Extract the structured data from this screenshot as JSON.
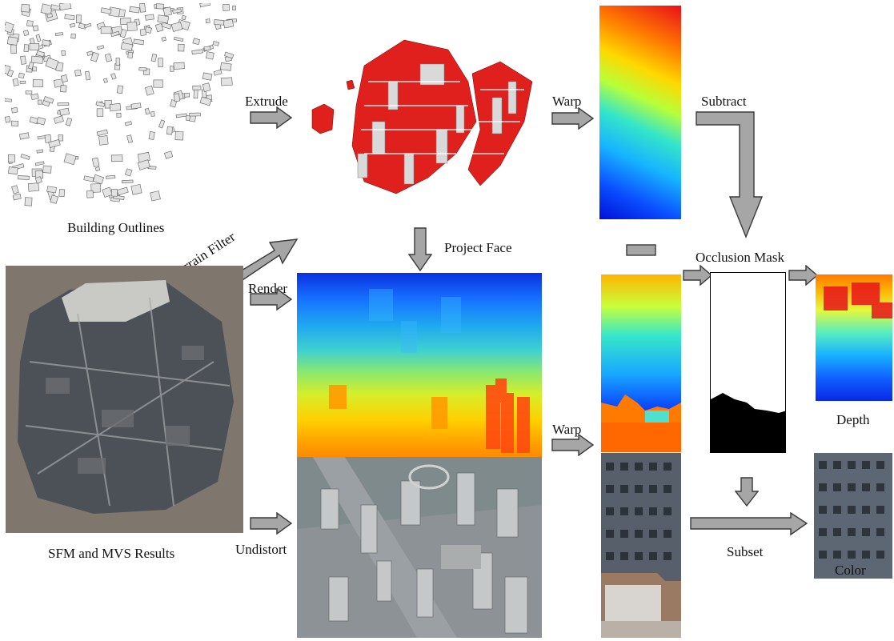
{
  "labels": {
    "building_outlines": "Building Outlines",
    "extrude": "Extrude",
    "warp_top": "Warp",
    "subtract": "Subtract",
    "project_face": "Project Face",
    "terrain_filter": "Terrain Filter",
    "occlusion_mask": "Occlusion Mask",
    "render": "Render",
    "warp_mid": "Warp",
    "depth": "Depth",
    "sfm_mvs": "SFM and MVS Results",
    "undistort": "Undistort",
    "subset": "Subset",
    "color": "Color"
  },
  "colors": {
    "arrow_fill": "#a6a6a6",
    "arrow_stroke": "#3a3a3a",
    "building_red": "#e0201c",
    "mask_black": "#000000"
  }
}
